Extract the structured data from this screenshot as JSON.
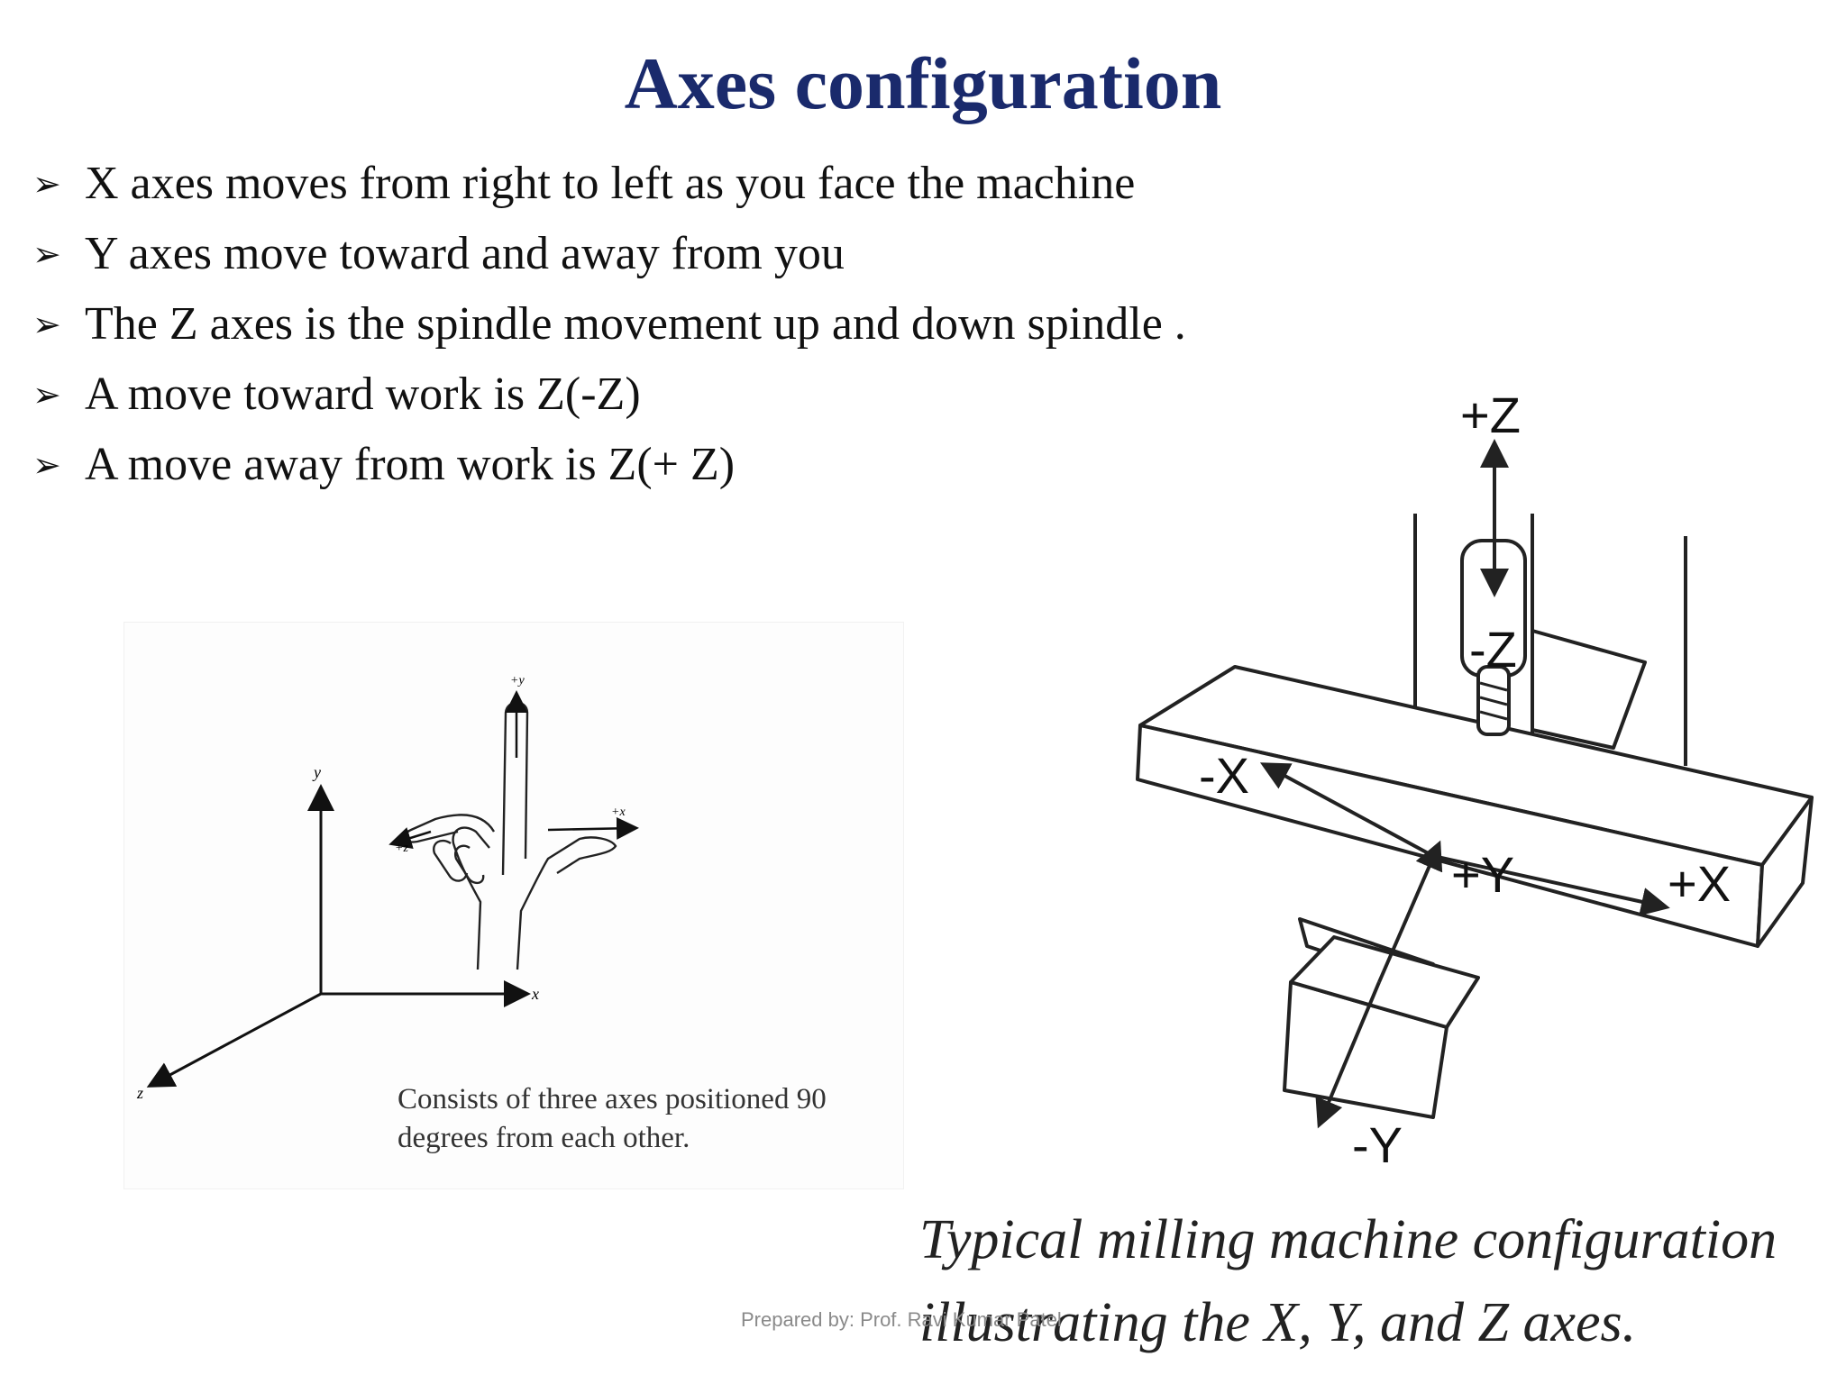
{
  "slide": {
    "title": "Axes configuration",
    "bullets": [
      "X axes moves from right to left as you face the machine",
      "Y axes move toward and away from you",
      "The Z axes is the spindle movement up and down spindle .",
      "A move toward work is Z(-Z)",
      "A move away from work is Z(+ Z)"
    ],
    "bullet_icon": "arrowhead-bullet-icon",
    "title_color": "#1a2a6c"
  },
  "figure_left": {
    "axis_labels": {
      "y": "y",
      "x": "x",
      "z": "z",
      "plus_y": "+y",
      "plus_x": "+x",
      "plus_z": "+z"
    },
    "caption": "Consists of three axes positioned 90 degrees from each other."
  },
  "figure_right": {
    "labels": {
      "plus_z": "+Z",
      "minus_z": "-Z",
      "minus_x": "-X",
      "plus_x": "+X",
      "plus_y": "+Y",
      "minus_y": "-Y"
    },
    "caption_line1": "Typical milling machine configuration",
    "caption_line2": "illustrating the X, Y,   and Z axes."
  },
  "footer": {
    "text": "Prepared by: Prof. Ravi Kumar Patel"
  }
}
